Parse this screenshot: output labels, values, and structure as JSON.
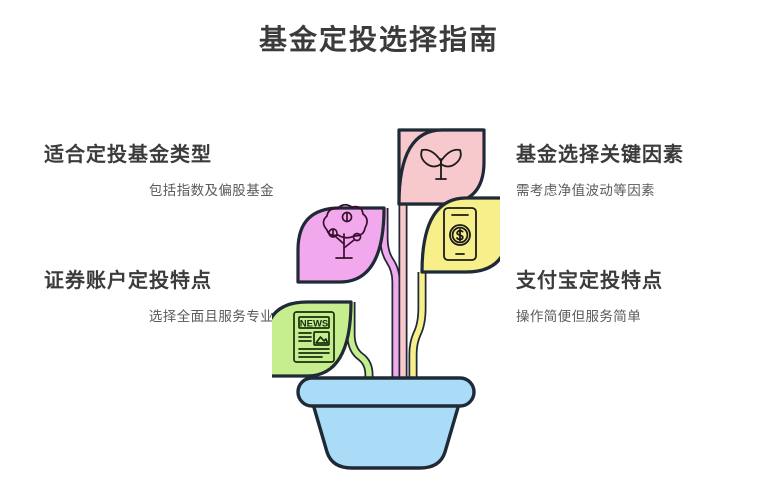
{
  "page": {
    "title": "基金定投选择指南",
    "background_color": "#ffffff",
    "title_color": "#3b3b3b"
  },
  "blocks": [
    {
      "id": "top-left",
      "position": "top-left",
      "heading": "适合定投基金类型",
      "subtext": "包括指数及偏股基金",
      "leaf_color": "#f2a8ec",
      "icon": "money-tree-icon"
    },
    {
      "id": "bottom-left",
      "position": "bottom-left",
      "heading": "证券账户定投特点",
      "subtext": "选择全面且服务专业",
      "leaf_color": "#c6ee8e",
      "icon": "newspaper-icon"
    },
    {
      "id": "top-right",
      "position": "top-right",
      "heading": "基金选择关键因素",
      "subtext": "需考虑净值波动等因素",
      "leaf_color": "#f8c9cc",
      "icon": "sprout-icon"
    },
    {
      "id": "bottom-right",
      "position": "bottom-right",
      "heading": "支付宝定投特点",
      "subtext": "操作简便但服务简单",
      "leaf_color": "#f7f08a",
      "icon": "mobile-payment-icon"
    }
  ],
  "illustration": {
    "name": "potted-plant-diagram",
    "pot_color": "#aadcf7",
    "outline_color": "#1f2a36",
    "icon_outline_color": "#1a1a1a",
    "newspaper_label": "NEWS",
    "currency_symbol": "$",
    "stems": [
      {
        "name": "stem-green",
        "color": "#c6ee8e"
      },
      {
        "name": "stem-magenta",
        "color": "#f2a8ec"
      },
      {
        "name": "stem-pink",
        "color": "#f8c9cc"
      },
      {
        "name": "stem-yellow",
        "color": "#f7f08a"
      }
    ]
  }
}
